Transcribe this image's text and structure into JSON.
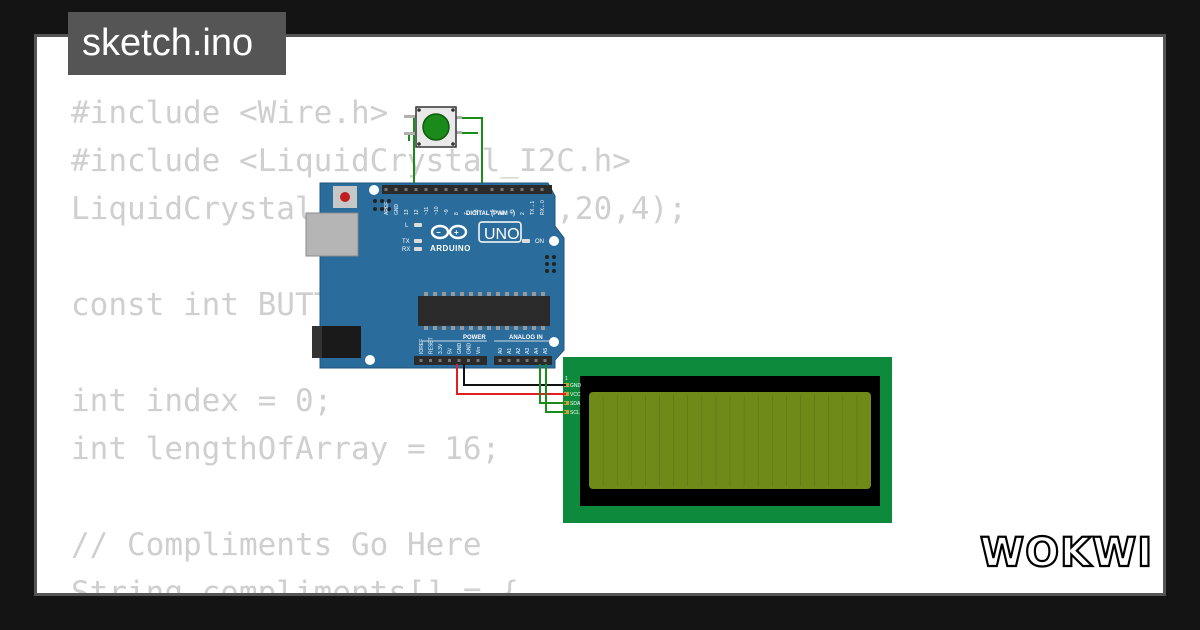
{
  "file_tab": {
    "label": "sketch.ino"
  },
  "code_lines": [
    "#include <Wire.h>",
    "#include <LiquidCrystal_I2C.h>",
    "LiquidCrystal_I2C lcd(0x27,20,4);",
    "",
    "const int BUTTON_PIN = 2;",
    "",
    "int index = 0;",
    "int lengthOfArray = 16;",
    "",
    "// Compliments Go Here",
    "String compliments[] = {"
  ],
  "arduino": {
    "brand": "ARDUINO",
    "model": "UNO",
    "digital_label": "DIGITAL (PWM ~)",
    "power_label": "POWER",
    "analog_label": "ANALOG IN",
    "on_label": "ON",
    "led_labels": [
      "L",
      "TX",
      "RX"
    ],
    "top_pin_labels": [
      "AREF",
      "GND",
      "13",
      "12",
      "~11",
      "~10",
      "~9",
      "8",
      "7",
      "~6",
      "~5",
      "4",
      "~3",
      "2",
      "TX→1",
      "RX←0"
    ],
    "power_pin_labels": [
      "IOREF",
      "RESET",
      "3.3V",
      "5V",
      "GND",
      "GND",
      "Vin"
    ],
    "analog_pin_labels": [
      "A0",
      "A1",
      "A2",
      "A3",
      "A4",
      "A5"
    ]
  },
  "lcd": {
    "pin_labels": [
      "GND",
      "VCC",
      "SDA",
      "SCL"
    ],
    "pin1_marker": "1"
  },
  "pushbutton": {
    "color": "#1a8a1a"
  },
  "logo": {
    "text": "WOKWI"
  },
  "colors": {
    "background": "#141414",
    "card": "#ffffff",
    "tab": "#555555",
    "code_text": "#cfcfcf",
    "board": "#2a6c9c",
    "lcd_pcb": "#0e8a3c",
    "lcd_screen": "#6e8b1a",
    "wire_green": "#1a8c1a",
    "wire_red": "#e02020",
    "wire_black": "#111111"
  }
}
